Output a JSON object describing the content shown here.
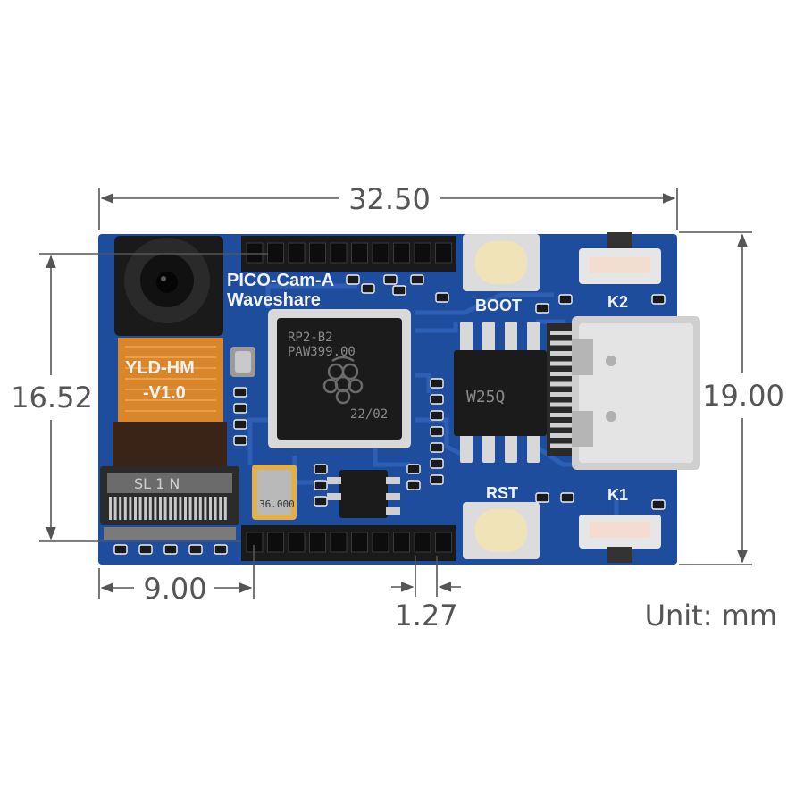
{
  "dimensions": {
    "width": "32.50",
    "height_left": "16.52",
    "height_right": "19.00",
    "camera_offset": "9.00",
    "pin_pitch": "1.27",
    "unit": "Unit: mm"
  },
  "board": {
    "name": "PICO-Cam-A",
    "brand": "Waveshare",
    "boot_label": "BOOT",
    "rst_label": "RST",
    "k1_label": "K1",
    "k2_label": "K2",
    "camera_label": "YLD-HM",
    "camera_label2": "-V1.0",
    "fpc_label": "SL 1 N",
    "mcu_text_1": "RP2-B2",
    "mcu_text_2": "PAW399.00",
    "mcu_text_3": "22/02",
    "crystal_label": "36.000",
    "flash_text": "W25Q"
  },
  "colors": {
    "pcb": "#1f4d9e",
    "trace": "#2f63b8",
    "silkscreen": "#f2f2f2",
    "dimension_lines": "#555555",
    "flex_cable": "#d9862a",
    "chip": "#1b1b1b"
  }
}
